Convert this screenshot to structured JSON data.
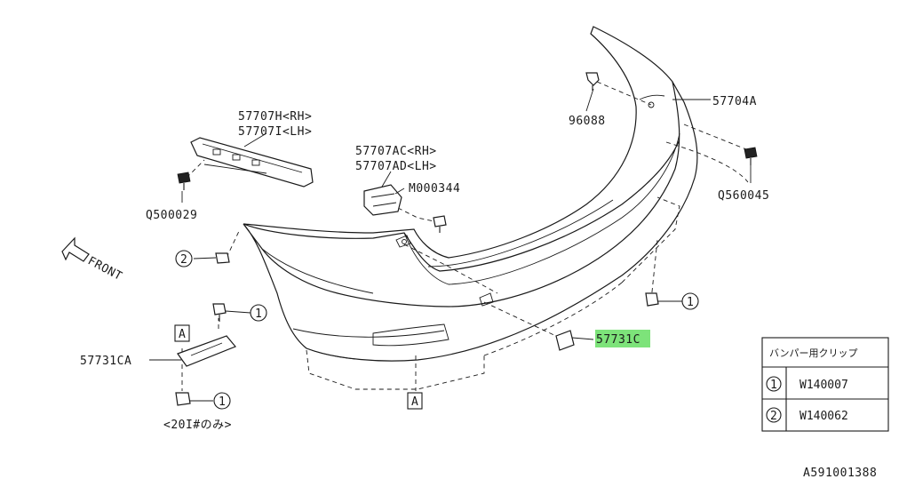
{
  "labels": {
    "part_57704a": "57704A",
    "part_96088": "96088",
    "part_q560045": "Q560045",
    "part_57707h": "57707H<RH>",
    "part_57707i": "57707I<LH>",
    "part_q500029": "Q500029",
    "part_57707ac": "57707AC<RH>",
    "part_57707ad": "57707AD<LH>",
    "part_m000344": "M000344",
    "part_57731c": "57731C",
    "part_57731ca": "57731CA",
    "note_20i": "<20I#のみ>",
    "front": "FRONT",
    "ref_a_left": "A",
    "ref_a_bottom": "A",
    "clip_1_a": "1",
    "clip_1_b": "1",
    "clip_1_c": "1",
    "clip_2": "2",
    "figure_code": "A591001388"
  },
  "clip_table": {
    "title": "バンパー用クリップ",
    "rows": [
      {
        "num": "1",
        "part": "W140007"
      },
      {
        "num": "2",
        "part": "W140062"
      }
    ]
  },
  "colors": {
    "highlight": "#7de37a",
    "ink": "#1a1a1a"
  }
}
